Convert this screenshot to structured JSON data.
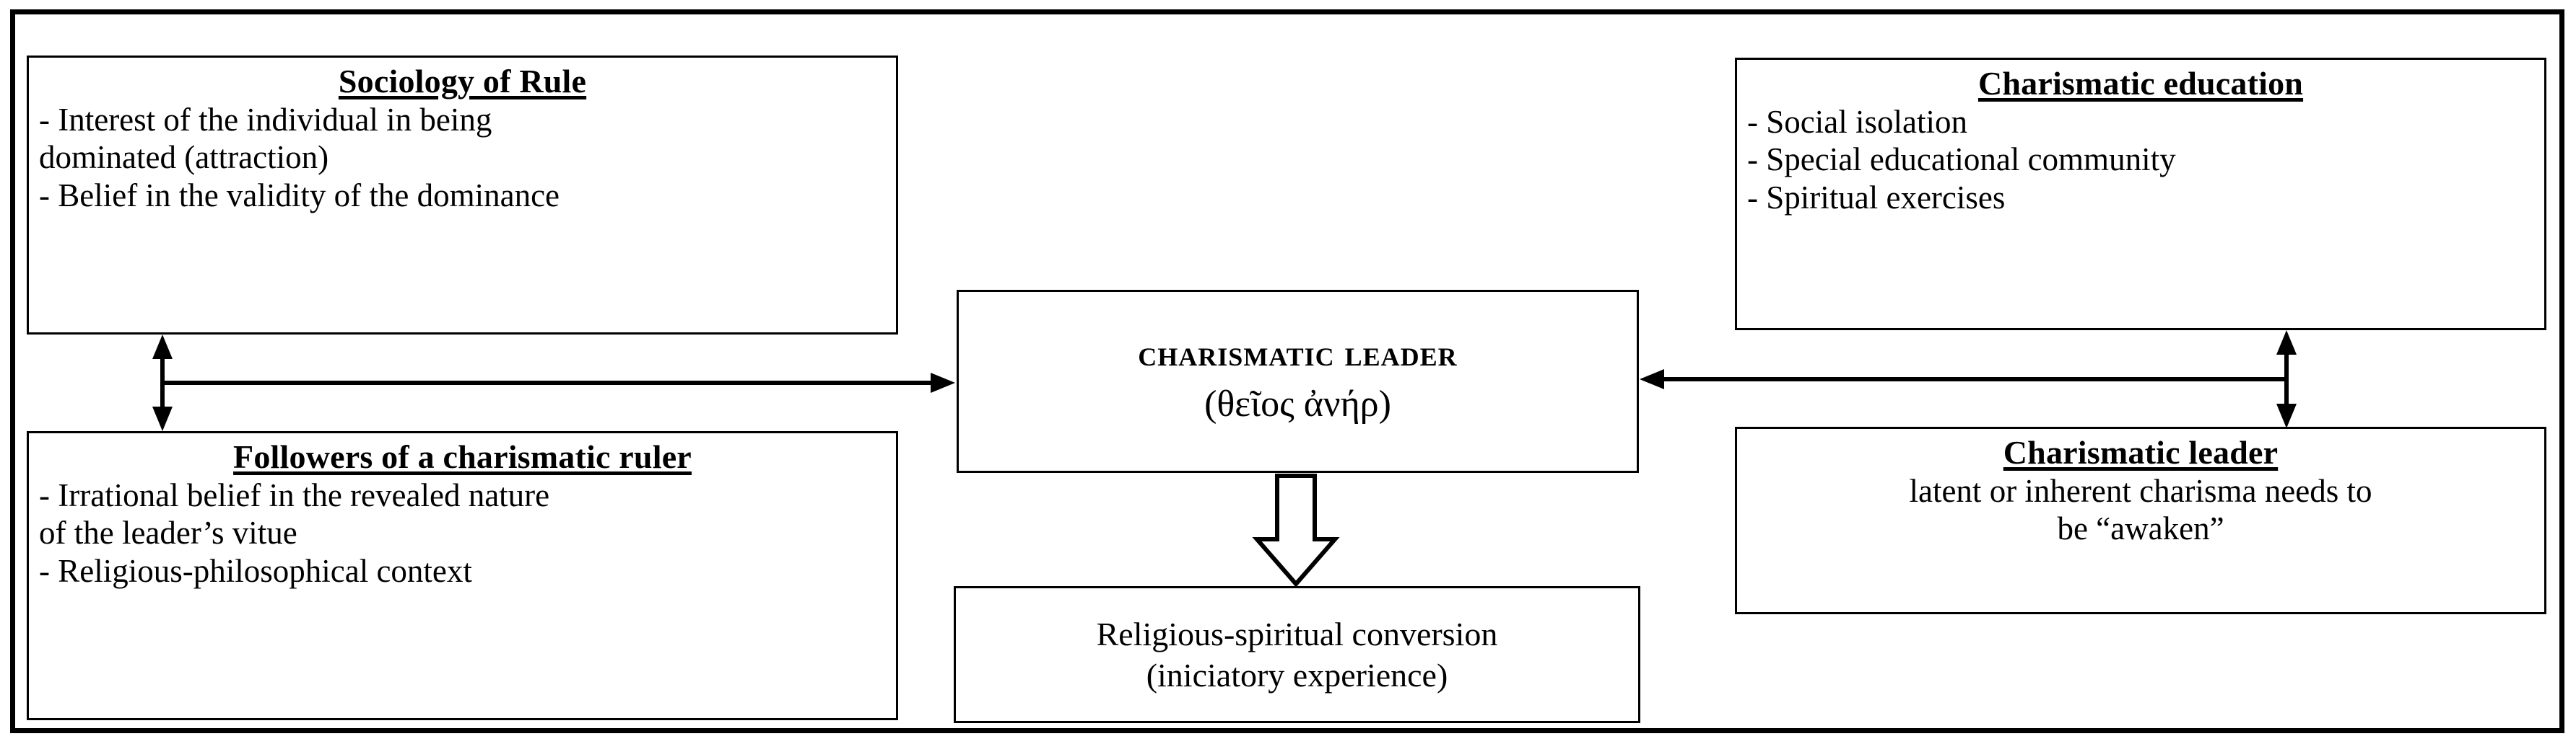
{
  "diagram": {
    "title": "Charismatic leader conceptual diagram",
    "colors": {
      "line": "#000000",
      "background": "#ffffff",
      "text": "#000000"
    },
    "boxes": {
      "sociology_of_rule": {
        "title": "Sociology of Rule",
        "lines": [
          "- Interest of the individual in being",
          "dominated (attraction)",
          "- Belief in the validity of the dominance"
        ]
      },
      "followers": {
        "title": "Followers of a charismatic ruler",
        "lines": [
          "- Irrational belief in the revealed nature",
          "of the leader’s vitue",
          "- Religious-philosophical context"
        ]
      },
      "charismatic_education": {
        "title": "Charismatic education",
        "lines": [
          "- Social isolation",
          "- Special educational community",
          "- Spiritual exercises"
        ]
      },
      "charismatic_leader_right": {
        "title": "Charismatic leader",
        "lines": [
          "latent or inherent charisma needs to",
          "be “awaken”"
        ]
      },
      "center": {
        "title": "Charismatic leader",
        "subtitle": "(θεῖος ἀνήρ)"
      },
      "conversion": {
        "lines": [
          "Religious-spiritual conversion",
          "(iniciatory experience)"
        ]
      }
    },
    "connectors": [
      {
        "name": "left-vertical-double-arrow",
        "style": "double-headed",
        "orientation": "vertical"
      },
      {
        "name": "left-to-center-arrow",
        "style": "single-headed",
        "orientation": "horizontal"
      },
      {
        "name": "right-vertical-double-arrow",
        "style": "double-headed",
        "orientation": "vertical"
      },
      {
        "name": "right-to-center-arrow",
        "style": "single-headed",
        "orientation": "horizontal"
      },
      {
        "name": "center-to-conversion-block-arrow",
        "style": "hollow-block",
        "orientation": "vertical-down"
      }
    ]
  }
}
